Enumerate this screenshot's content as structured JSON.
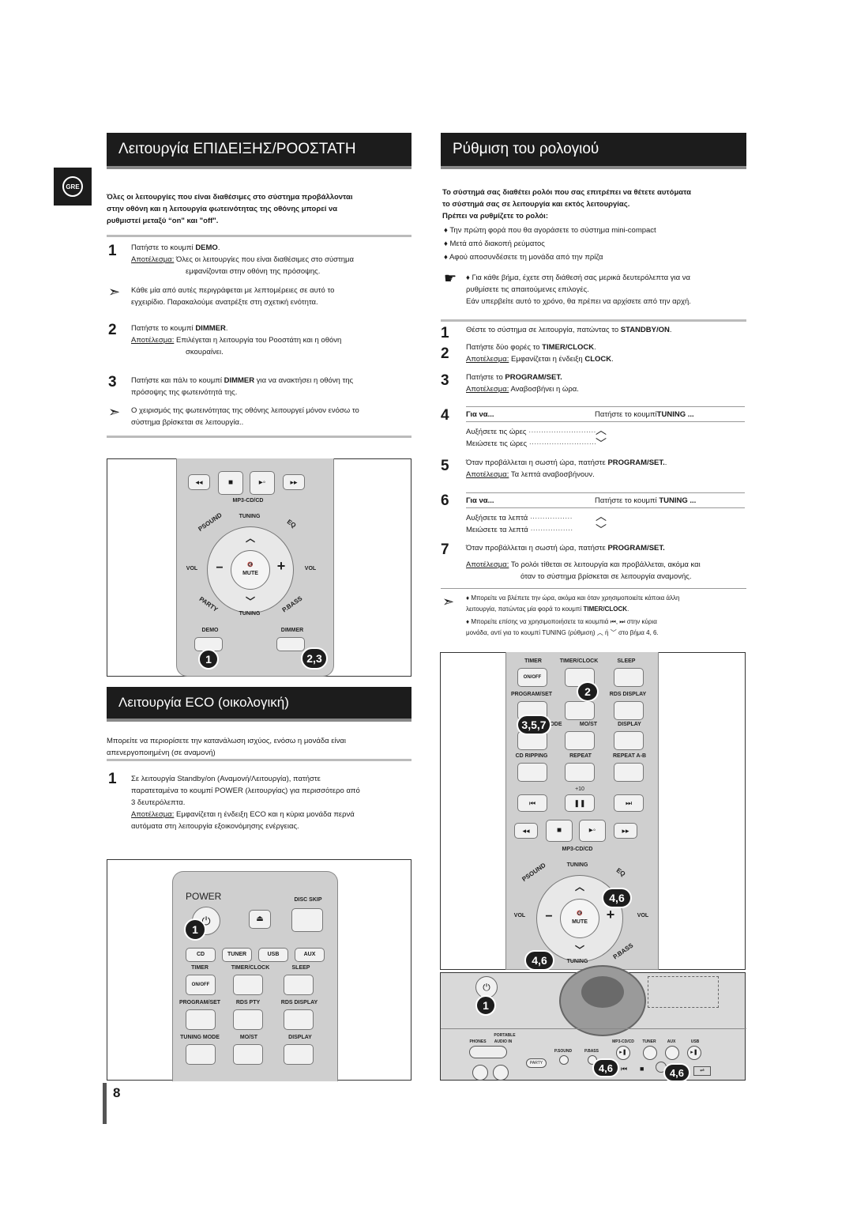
{
  "lang_badge": "GRE",
  "left": {
    "title": "Λειτουργία ΕΠΙΔΕΙΞΗΣ/ΡΟΟΣΤΑΤΗ",
    "intro": [
      "Όλες οι λειτουργίες που είναι διαθέσιμες στο σύστημα προβάλλονται",
      "στην οθόνη και η λειτουργία φωτεινότητας της οθόνης μπορεί να",
      "ρυθμιστεί μεταξύ “on\" και \"off\"."
    ],
    "step1": {
      "num": "1",
      "a": "Πατήστε το κουμπί ",
      "b": "DEMO",
      "c": ".",
      "res_lbl": "Αποτέλεσμα:",
      "res": " Όλες οι λειτουργίες που είναι διαθέσιμες στο σύστημα",
      "res2": "εμφανίζονται στην οθόνη της πρόσοψης."
    },
    "note1": [
      "Κάθε μία από αυτές περιγράφεται με λεπτομέρειες σε αυτό το",
      "εγχειρίδιο. Παρακαλούμε ανατρέξτε στη σχετική ενότητα."
    ],
    "step2": {
      "num": "2",
      "a": "Πατήστε το κουμπί ",
      "b": "DIMMER",
      "c": ".",
      "res_lbl": "Αποτέλεσμα:",
      "res": " Επιλέγεται η λειτουργία του Ροοστάτη και η οθόνη",
      "res2": "σκουραίνει."
    },
    "step3": {
      "num": "3",
      "a": "Πατήστε και πάλι το κουμπί ",
      "b": "DIMMER",
      "c": " για να ανακτήσει η οθόνη της",
      "d": "πρόσοψης της φωτεινότητά της."
    },
    "note2": [
      "Ο χειρισμός της φωτεινότητας της οθόνης λειτουργεί μόνον ενόσω το",
      "σύστημα βρίσκεται σε λειτουργία.."
    ],
    "fig1": {
      "mp3": "MP3-CD/CD",
      "tuning": "TUNING",
      "psound": "PSOUND",
      "eq": "EQ",
      "vol": "VOL",
      "mute": "MUTE",
      "party": "PARTY",
      "pbass": "P.BASS",
      "demo": "DEMO",
      "dimmer": "DIMMER",
      "b1": "1",
      "b23": "2,3"
    },
    "eco_title": "Λειτουργία ECO (οικολογική)",
    "eco_intro": [
      "Μπορείτε να περιορίσετε την κατανάλωση ισχύος, ενόσω η μονάδα είναι",
      "απενεργοποιημένη (σε αναμονή)"
    ],
    "eco_step": {
      "num": "1",
      "l1": "Σε λειτουργία Standby/on (Αναμονή/Λειτουργία), πατήστε",
      "l2": "παρατεταμένα το κουμπί POWER (λειτουργίας) για περισσότερο από",
      "l3": "3 δευτερόλεπτα.",
      "res_lbl": "Αποτέλεσμα:",
      "res": " Εμφανίζεται η ένδειξη ECO και η κύρια μονάδα περνά",
      "res2": "αυτόματα στη λειτουργία εξοικονόμησης ενέργειας."
    },
    "fig2": {
      "power": "POWER",
      "discskip": "DISC SKIP",
      "cd": "CD",
      "tuner": "TUNER",
      "usb": "USB",
      "aux": "AUX",
      "timer": "TIMER",
      "timerclock": "TIMER/CLOCK",
      "sleep": "SLEEP",
      "onoff": "ON/OFF",
      "progset": "PROGRAM/SET",
      "rdspty": "RDS PTY",
      "rdsdisp": "RDS DISPLAY",
      "tunmode": "TUNING MODE",
      "most": "MO/ST",
      "display": "DISPLAY",
      "b1": "1"
    }
  },
  "right": {
    "title": "Ρύθμιση του ρολογιού",
    "intro": [
      "Το σύστημά σας διαθέτει ρολόι που σας επιτρέπει να θέτετε αυτόματα",
      "το σύστημά σας σε λειτουργία και εκτός λειτουργίας."
    ],
    "must": "Πρέπει να ρυθμίζετε το ρολόι:",
    "bullets": [
      "Την πρώτη φορά που θα αγοράσετε το σύστημα mini-compact",
      "Μετά από διακοπή ρεύματος",
      "Αφού αποσυνδέσετε τη μονάδα από την πρίζα"
    ],
    "hand_note": [
      "Για κάθε βήμα, έχετε στη διάθεσή σας μερικά δευτερόλεπτα για να",
      "ρυθμίσετε τις απαιτούμενες επιλογές.",
      "Εάν υπερβείτε αυτό το χρόνο, θα πρέπει να αρχίσετε από την αρχή."
    ],
    "s1": {
      "num": "1",
      "a": "Θέστε το σύστημα σε λειτουργία, πατώντας το ",
      "b": "STANDBY/ON",
      "c": "."
    },
    "s2": {
      "num": "2",
      "a": "Πατήστε δύο φορές το ",
      "b": "TIMER/CLOCK",
      "c": ".",
      "res_lbl": "Αποτέλεσμα:",
      "res": " Εμφανίζεται η ένδειξη ",
      "resb": "CLOCK",
      "resc": "."
    },
    "s3": {
      "num": "3",
      "a": "Πατήστε το ",
      "b": "PROGRAM/SET.",
      "res_lbl": "Αποτέλεσμα:",
      "res": " Αναβοσβήνει η ώρα."
    },
    "s4": {
      "num": "4",
      "col1": "Για να...",
      "col2a": "Πατήστε το κουμπί",
      "col2b": "TUNING ...",
      "r1": "Αυξήσετε τις ώρες",
      "r2": "Μειώσετε τις ώρες"
    },
    "s5": {
      "num": "5",
      "a": "Όταν προβάλλεται η σωστή ώρα, πατήστε ",
      "b": "PROGRAM/SET.",
      "c": ".",
      "res_lbl": "Αποτέλεσμα:",
      "res": " Τα λεπτά αναβοσβήνουν."
    },
    "s6": {
      "num": "6",
      "col1": "Για να...",
      "col2a": "Πατήστε το κουμπί ",
      "col2b": "TUNING ...",
      "r1": "Αυξήσετε τα λεπτά",
      "r2": "Μειώσετε τα λεπτά"
    },
    "s7": {
      "num": "7",
      "a": "Όταν προβάλλεται η σωστή ώρα, πατήστε ",
      "b": "PROGRAM/SET.",
      "res_lbl": "Αποτέλεσμα:",
      "res": " Το ρολόι τίθεται σε λειτουργία και προβάλλεται, ακόμα και",
      "res2": "όταν το σύστημα βρίσκεται σε λειτουργία αναμονής."
    },
    "foot1": {
      "a": "Μπορείτε να βλέπετε την ώρα, ακόμα και όταν χρησιμοποιείτε κάποια άλλη",
      "b": "λειτουργία, πατώντας μία φορά το κουμπί ",
      "c": "TIMER/CLOCK",
      "d": "."
    },
    "foot2": {
      "a": "Μπορείτε επίσης να χρησιμοποιήσετε τα κουμπιά",
      "b": "στην κύρια",
      "c": "μονάδα, αντί για το κουμπί TUNING (ρύθμιση)",
      "d": "ή",
      "e": "στο βήμα 4, 6."
    },
    "fig3": {
      "timer": "TIMER",
      "timerclock": "TIMER/CLOCK",
      "sleep": "SLEEP",
      "onoff": "ON/OFF",
      "progset": "PROGRAM/SET",
      "rdsdisp": "RDS DISPLAY",
      "mode": "MODE",
      "most": "MO/ST",
      "display": "DISPLAY",
      "cdrip": "CD RIPPING",
      "repeat": "REPEAT",
      "repeatab": "REPEAT A-B",
      "plus10": "+10",
      "mp3": "MP3-CD/CD",
      "tuning": "TUNING",
      "psound": "PSOUND",
      "eq": "EQ",
      "vol": "VOL",
      "mute": "MUTE",
      "pbass": "P.BASS",
      "b2": "2",
      "b357": "3,5,7",
      "b46a": "4,6",
      "b46b": "4,6"
    },
    "fig4": {
      "phones": "PHONES",
      "portable": "PORTABLE",
      "audioin": "AUDIO IN",
      "party": "PARTY",
      "psound": "P.SOUND",
      "pbass": "P.BASS",
      "mp3": "MP3-CD/CD",
      "tuner": "TUNER",
      "aux": "AUX",
      "usb": "USB",
      "b1": "1",
      "b46a": "4,6",
      "b46b": "4,6"
    }
  },
  "page_number": "8"
}
